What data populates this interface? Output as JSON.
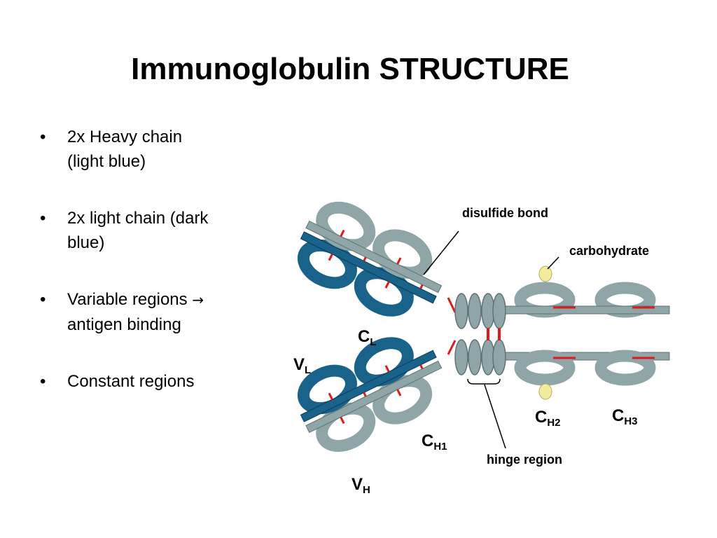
{
  "title": "Immunoglobulin STRUCTURE",
  "bullets": [
    {
      "line1": "2x Heavy chain",
      "line2": "(light blue)"
    },
    {
      "line1": "2x light chain (dark",
      "line2": "blue)"
    },
    {
      "line1": "Variable regions",
      "arrow": "→",
      "line2": "antigen binding"
    },
    {
      "line1": "Constant regions"
    }
  ],
  "bullet_symbol": "•",
  "labels": {
    "disulfide": "disulfide bond",
    "carbohydrate": "carbohydrate",
    "hinge": "hinge region",
    "CL_main": "C",
    "CL_sub": "L",
    "VL_main": "V",
    "VL_sub": "L",
    "CH1_main": "C",
    "CH1_sub": "H1",
    "CH2_main": "C",
    "CH2_sub": "H2",
    "CH3_main": "C",
    "CH3_sub": "H3",
    "VH_main": "V",
    "VH_sub": "H"
  },
  "colors": {
    "heavy_chain": "#8fa5a8",
    "light_chain": "#19628a",
    "disulfide": "#e0191b",
    "carbohydrate": "#f2ed9e"
  }
}
